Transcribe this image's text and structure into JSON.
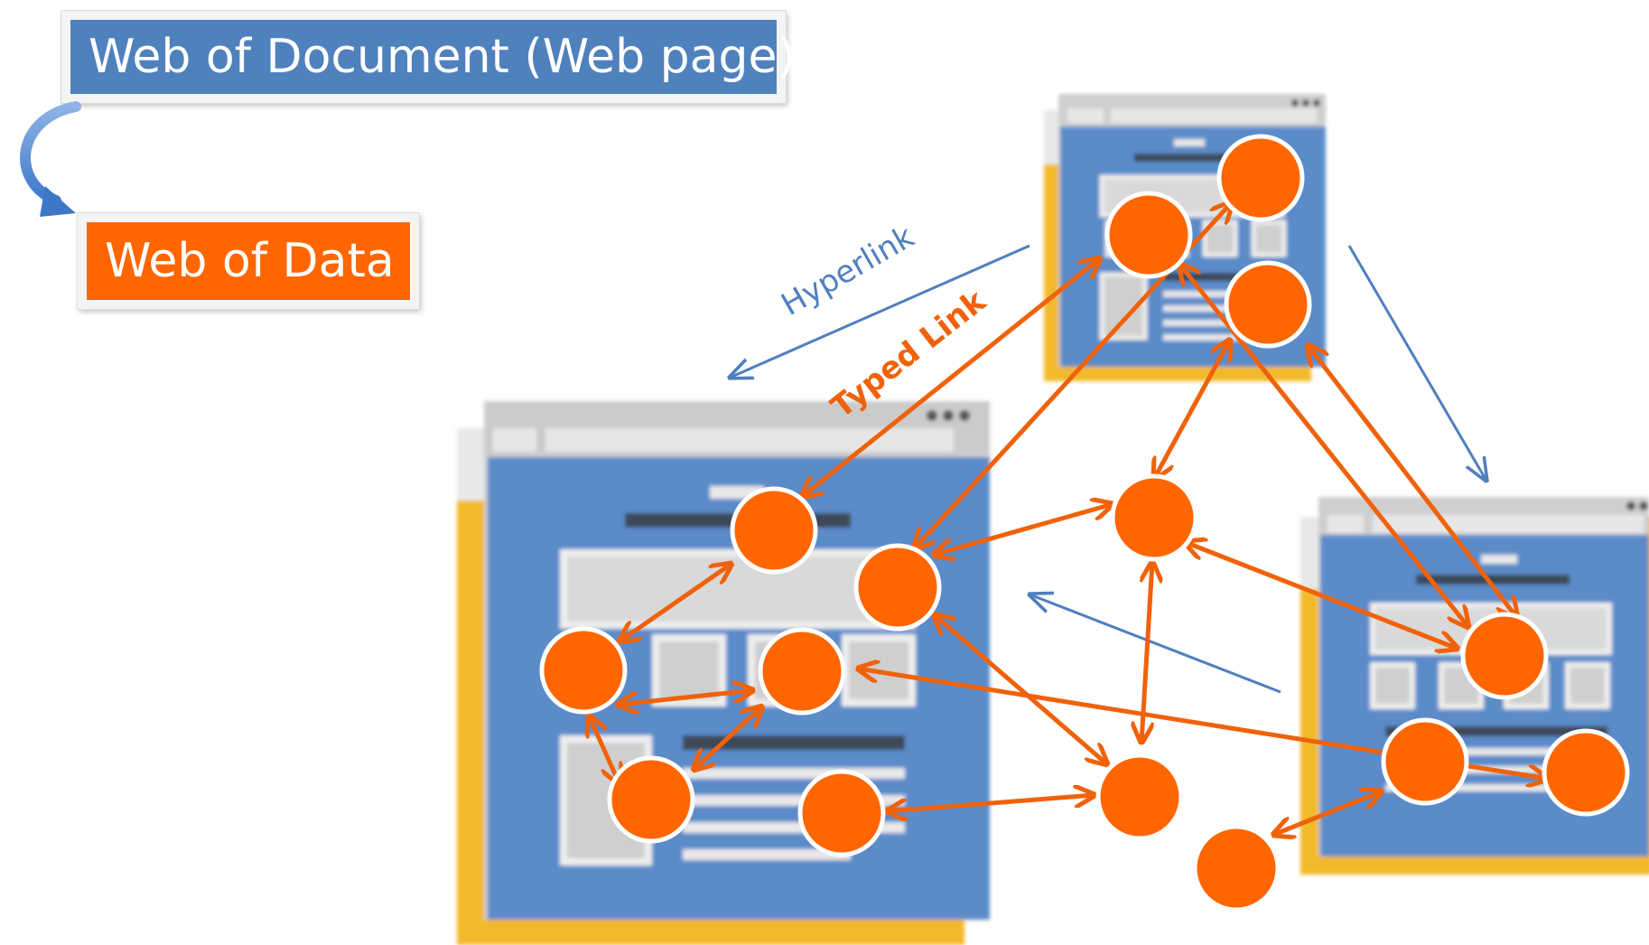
{
  "labels": {
    "web_of_document": "Web of Document (Web page)",
    "web_of_data": "Web of Data",
    "hyperlink": "Hyperlink",
    "typed_link": "Typed Link"
  },
  "colors": {
    "document_blue": "#4f81bd",
    "data_orange": "#ff6600",
    "hyperlink_arrow": "#4f7fbf",
    "typed_link_arrow": "#f0620a",
    "page_background": "#5b8bc9",
    "page_shadow": "#f2b92b",
    "browser_chrome": "#cfcfcf"
  }
}
